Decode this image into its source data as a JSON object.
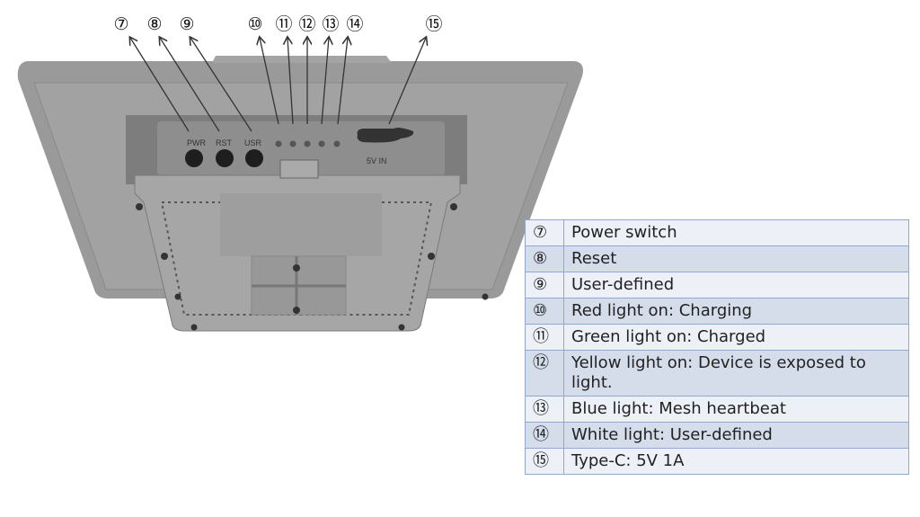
{
  "device_labels": {
    "pwr": "PWR",
    "rst": "RST",
    "usr": "USR",
    "port": "5V  IN"
  },
  "callouts": [
    "⑦",
    "⑧",
    "⑨",
    "⑩",
    "⑪",
    "⑫",
    "⑬",
    "⑭",
    "⑮"
  ],
  "legend": [
    {
      "num": "⑦",
      "text": "Power switch"
    },
    {
      "num": "⑧",
      "text": "Reset"
    },
    {
      "num": "⑨",
      "text": "User-defined"
    },
    {
      "num": "⑩",
      "text": "Red light on: Charging"
    },
    {
      "num": "⑪",
      "text": "Green light on: Charged"
    },
    {
      "num": "⑫",
      "text": "Yellow light on: Device is exposed to light."
    },
    {
      "num": "⑬",
      "text": "Blue light: Mesh heartbeat"
    },
    {
      "num": "⑭",
      "text": "White light: User-defined"
    },
    {
      "num": "⑮",
      "text": "Type-C: 5V 1A"
    }
  ]
}
